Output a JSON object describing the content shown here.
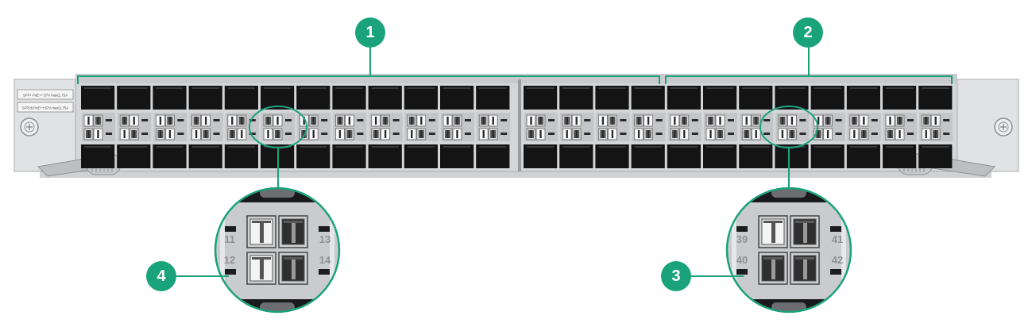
{
  "labels": {
    "small1": "SFP+ PoE++:57V max(1.75A",
    "small2": "SFP28 PoE++:57V max(1.75A"
  },
  "callouts": [
    "1",
    "2",
    "3",
    "4"
  ],
  "zoom_left": {
    "top": [
      "11",
      "13"
    ],
    "bottom": [
      "12",
      "14"
    ]
  },
  "zoom_right": {
    "top": [
      "39",
      "41"
    ],
    "bottom": [
      "40",
      "42"
    ]
  },
  "colors": {
    "accent": "#1aa37a",
    "panel": "#bcbec1",
    "cage": "#141414",
    "body": "#d4d6d8"
  }
}
